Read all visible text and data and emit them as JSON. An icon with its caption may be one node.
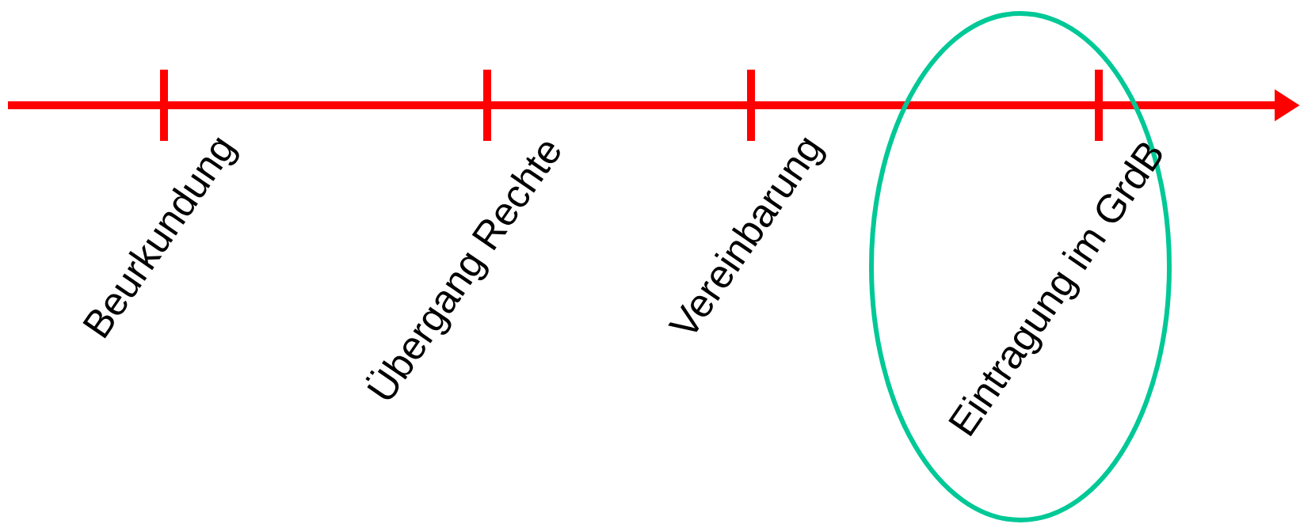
{
  "diagram": {
    "nodes": [
      {
        "text": [
          "Eintragung im GrdB"
        ]
      }
    ],
    "labels": [
      "Beurkundung",
      "Übergang Rechte",
      "Vereinbarung"
    ]
  }
}
